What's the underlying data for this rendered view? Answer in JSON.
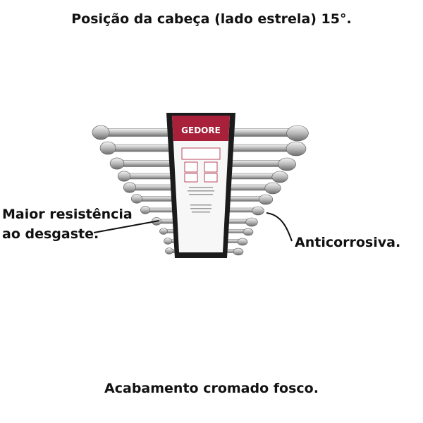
{
  "title": "Posição da cabeça (lado estrela) 15°.",
  "annotations": {
    "left_line1": "Maior resistência",
    "left_line2": "ao desgaste.",
    "right": "Anticorrosiva.",
    "bottom": "Acabamento cromado fosco."
  },
  "product": {
    "brand_logo": "GEDORE",
    "brand_color": "#a8203a",
    "holder_color": "#1a1a1a"
  }
}
